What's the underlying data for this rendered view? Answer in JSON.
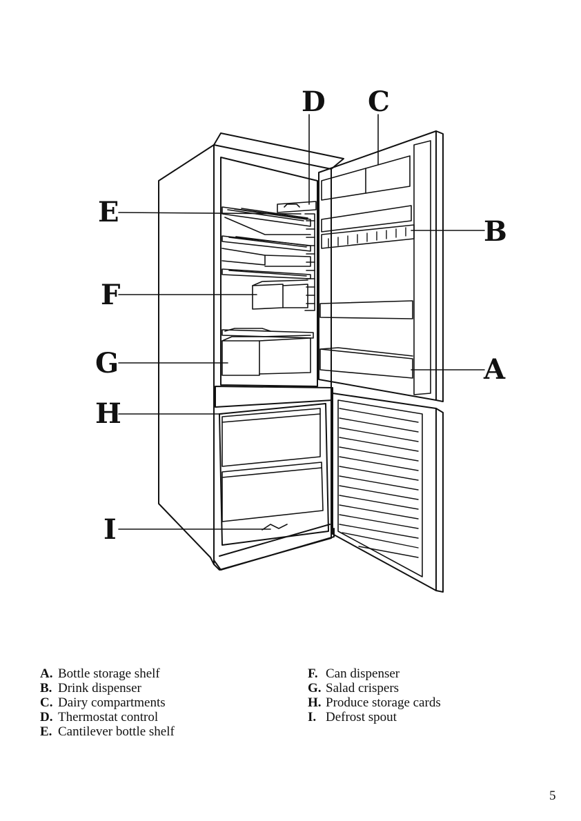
{
  "figure": {
    "callouts": {
      "a": "A",
      "b": "B",
      "c": "C",
      "d": "D",
      "e": "E",
      "f": "F",
      "g": "G",
      "h": "H",
      "i": "I"
    }
  },
  "legend": {
    "left": [
      {
        "key": "A.",
        "text": "Bottle storage shelf"
      },
      {
        "key": "B.",
        "text": "Drink dispenser"
      },
      {
        "key": "C.",
        "text": "Dairy compartments"
      },
      {
        "key": "D.",
        "text": "Thermostat control"
      },
      {
        "key": "E.",
        "text": "Cantilever bottle shelf"
      }
    ],
    "right": [
      {
        "key": "F.",
        "text": "Can dispenser"
      },
      {
        "key": "G.",
        "text": "Salad crispers"
      },
      {
        "key": "H.",
        "text": "Produce storage cards"
      },
      {
        "key": "I.",
        "text": "Defrost spout"
      }
    ]
  },
  "page_number": "5"
}
